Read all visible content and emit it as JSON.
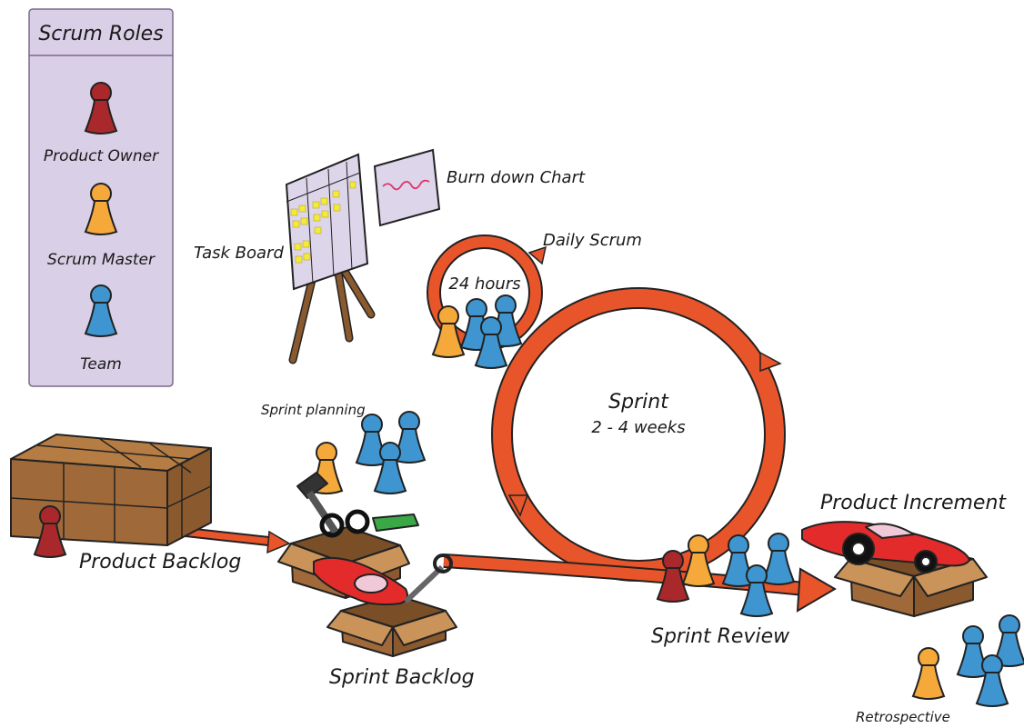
{
  "roles": {
    "title": "Scrum Roles",
    "items": [
      {
        "label": "Product Owner",
        "color": "#a9282c"
      },
      {
        "label": "Scrum Master",
        "color": "#f4a93a"
      },
      {
        "label": "Team",
        "color": "#3e95cf"
      }
    ]
  },
  "labels": {
    "task_board": "Task Board",
    "burn_down": "Burn down Chart",
    "daily_scrum": "Daily Scrum",
    "hours": "24 hours",
    "sprint_title": "Sprint",
    "sprint_duration": "2 - 4 weeks",
    "sprint_planning": "Sprint planning",
    "product_backlog": "Product Backlog",
    "sprint_backlog": "Sprint Backlog",
    "sprint_review": "Sprint Review",
    "product_increment": "Product Increment",
    "retrospective": "Retrospective"
  },
  "colors": {
    "arrow": "#e8552a",
    "box": "#a0693a",
    "panel": "#d9cfe6",
    "board": "#ddd5ea",
    "sticky": "#f4ea3a",
    "car": "#e32b2b"
  }
}
